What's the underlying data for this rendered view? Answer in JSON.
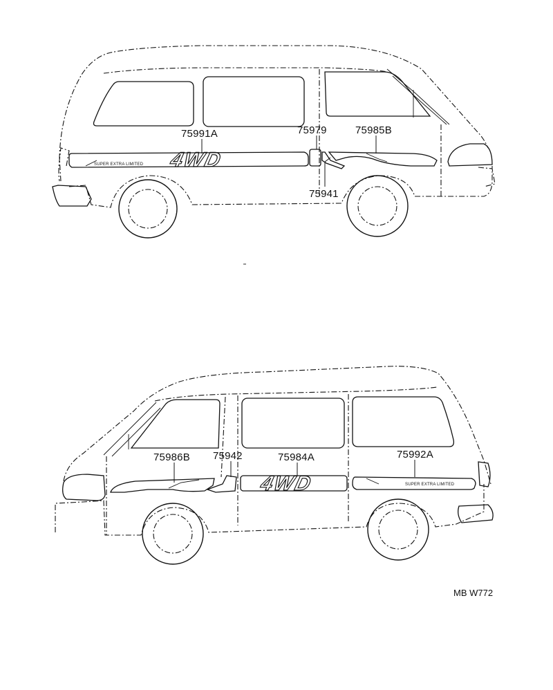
{
  "top_view": {
    "labels": {
      "a": "75991A",
      "b": "75979",
      "c": "75985B",
      "d": "75941"
    },
    "stripe_text": "SUPER EXTRA LIMITED",
    "emblem_text": "4WD"
  },
  "bottom_view": {
    "labels": {
      "a": "75986B",
      "b": "75942",
      "c": "75984A",
      "d": "75992A"
    },
    "stripe_text": "SUPER EXTRA LIMITED",
    "emblem_text": "4WD"
  },
  "reference_code": "MB W772"
}
